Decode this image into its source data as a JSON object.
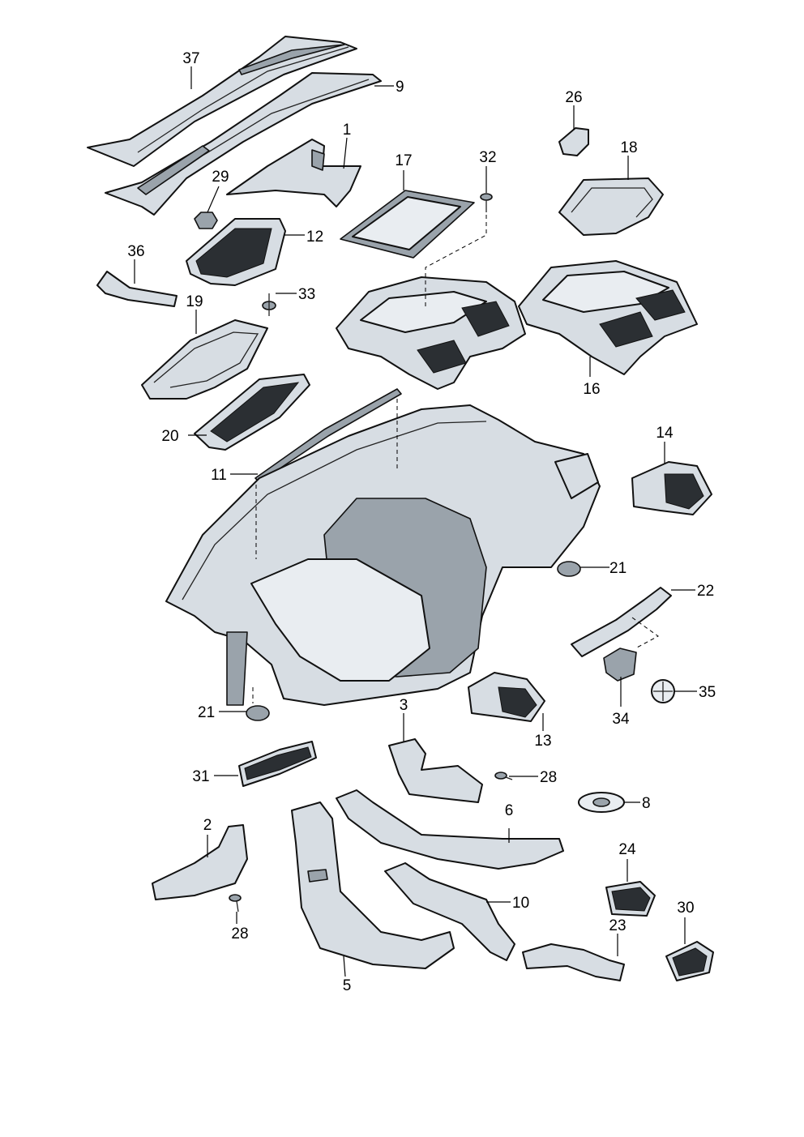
{
  "callouts": {
    "c1": "1",
    "c2": "2",
    "c3": "3",
    "c5": "5",
    "c6": "6",
    "c8": "8",
    "c9": "9",
    "c10": "10",
    "c11": "11",
    "c12": "12",
    "c13": "13",
    "c14": "14",
    "c16": "16",
    "c17": "17",
    "c18": "18",
    "c19": "19",
    "c20": "20",
    "c21a": "21",
    "c21b": "21",
    "c22": "22",
    "c23": "23",
    "c24": "24",
    "c26": "26",
    "c28a": "28",
    "c28b": "28",
    "c29": "29",
    "c30": "30",
    "c31": "31",
    "c32": "32",
    "c33": "33",
    "c34": "34",
    "c35": "35",
    "c36": "36",
    "c37": "37"
  },
  "colors": {
    "part_fill": "#d7dde3",
    "outline": "#111111",
    "grille": "#2b2f33",
    "background": "#ffffff"
  }
}
